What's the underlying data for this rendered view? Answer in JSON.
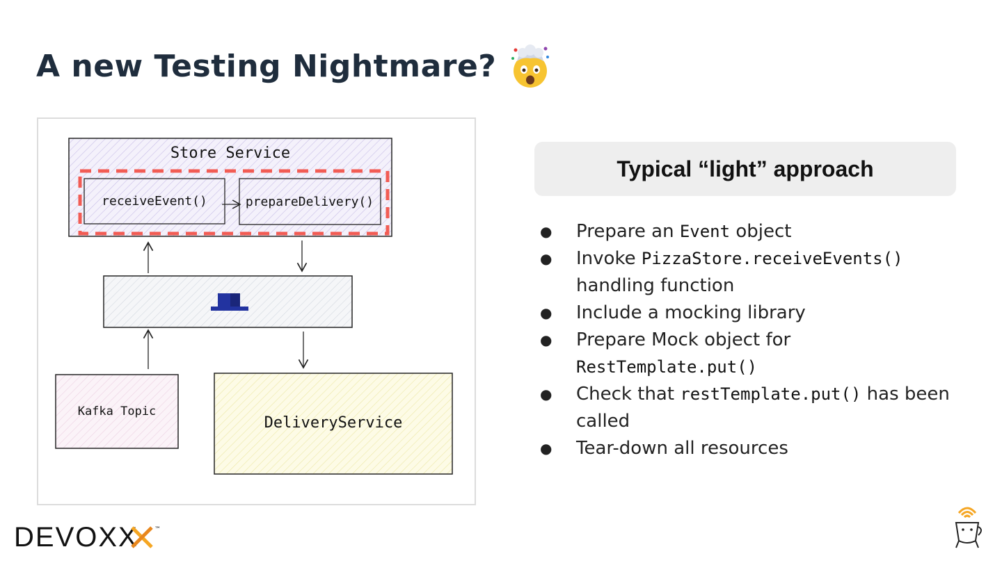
{
  "slide": {
    "title": "A new Testing Nightmare?",
    "title_emoji": "exploding-head-emoji"
  },
  "diagram": {
    "store_service_label": "Store Service",
    "receive_event_label": "receiveEvent()",
    "prepare_delivery_label": "prepareDelivery()",
    "broker_icon": "kafka-broker-icon",
    "kafka_topic_label": "Kafka Topic",
    "delivery_service_label": "DeliveryService",
    "highlight_color": "#f25c54"
  },
  "approach": {
    "heading": "Typical “light” approach",
    "steps": [
      {
        "pre": "Prepare an ",
        "code": "Event",
        "post": " object"
      },
      {
        "pre": "Invoke ",
        "code": "PizzaStore.receiveEvents()",
        "post": " handling function"
      },
      {
        "pre": "Include a mocking library",
        "code": "",
        "post": ""
      },
      {
        "pre": "Prepare Mock object for ",
        "code": "RestTemplate.put()",
        "post": ""
      },
      {
        "pre": "Check that ",
        "code": "restTemplate.put()",
        "post": " has been called"
      },
      {
        "pre": "Tear-down all resources",
        "code": "",
        "post": ""
      }
    ]
  },
  "footer": {
    "logo_text": "DEVOXX",
    "logo_tm": "™",
    "mascot_icon": "coffee-mascot-icon",
    "brand_color": "#f5a623"
  }
}
